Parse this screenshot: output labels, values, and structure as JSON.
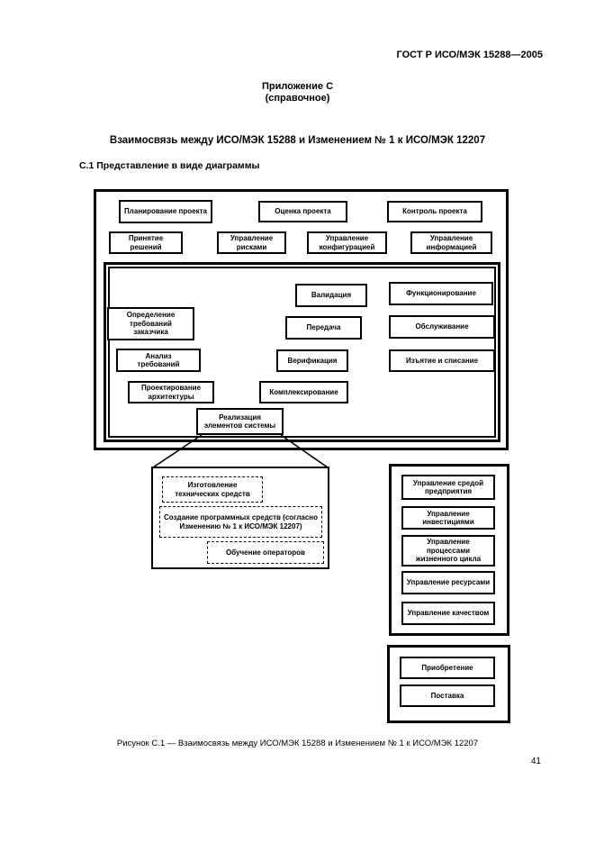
{
  "page": {
    "header": "ГОСТ Р ИСО/МЭК 15288—2005",
    "appendix_line1": "Приложение С",
    "appendix_line2": "(справочное)",
    "title": "Взаимосвязь между ИСО/МЭК 15288 и Изменением № 1 к ИСО/МЭК 12207",
    "section": "С.1 Представление в виде диаграммы",
    "caption": "Рисунок С.1 — Взаимосвязь между ИСО/МЭК 15288 и Изменением № 1 к ИСО/МЭК 12207",
    "page_number": "41"
  },
  "diagram": {
    "project": {
      "planning": "Планирование проекта",
      "assessment": "Оценка проекта",
      "control": "Контроль проекта",
      "decision_making": "Принятие решений",
      "risk_management": "Управление рисками",
      "configuration_management": "Управление конфигурацией",
      "information_management": "Управление информацией"
    },
    "technical": {
      "validation": "Валидация",
      "operation": "Функционирование",
      "stakeholder_requirements": "Определение требований заказчика",
      "transition": "Передача",
      "maintenance": "Обслуживание",
      "requirements_analysis": "Анализ требований",
      "verification": "Верификация",
      "disposal": "Изъятие и списание",
      "architectural_design": "Проектирование архитектуры",
      "integration": "Комплексирование",
      "implementation": "Реализация элементов системы"
    },
    "implementation_detail": {
      "hardware_fabrication": "Изготовление технических средств",
      "software_implementation": "Создание программных средств (согласно Изменению № 1 к ИСО/МЭК 12207)",
      "operator_training": "Обучение операторов"
    },
    "enterprise": {
      "environment_management": "Управление средой предприятия",
      "investment_management": "Управление инвестициями",
      "lifecycle_process_management": "Управление процессами жизненного цикла",
      "resource_management": "Управление ресурсами",
      "quality_management": "Управление качеством"
    },
    "agreement": {
      "acquisition": "Приобретение",
      "supply": "Поставка"
    }
  }
}
